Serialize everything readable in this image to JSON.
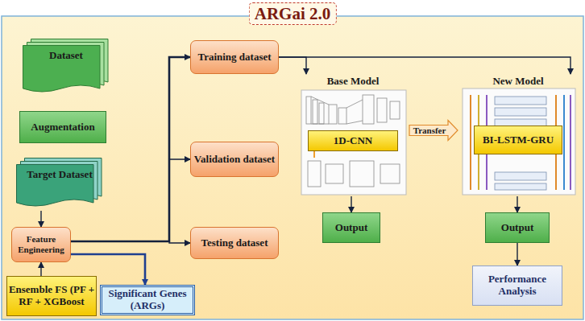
{
  "diagram": {
    "title": "ARGai 2.0",
    "nodes": [
      {
        "text": [
          "Dataset"
        ]
      },
      {
        "text": [
          "Augmentation"
        ]
      },
      {
        "text": [
          "Target Dataset"
        ]
      },
      {
        "text": [
          "Feature Engineering"
        ]
      },
      {
        "text": [
          "Ensemble FS (PF + RF + XGBoost"
        ]
      },
      {
        "text": [
          "Significant Genes (ARGs)"
        ]
      },
      {
        "text": [
          "Training dataset"
        ]
      },
      {
        "text": [
          "Validation dataset"
        ]
      },
      {
        "text": [
          "Testing dataset"
        ]
      },
      {
        "text": [
          "Base Model"
        ]
      },
      {
        "text": [
          "1D-CNN"
        ],
        "in": 9
      },
      {
        "text": [
          "Output"
        ]
      },
      {
        "text": [
          "New Model"
        ]
      },
      {
        "text": [
          "BI-LSTM-GRU"
        ],
        "in": 12
      },
      {
        "text": [
          "Output"
        ]
      },
      {
        "text": [
          "Performance Analysis"
        ]
      }
    ],
    "edges": [
      {
        "from": 2,
        "to": 3,
        "arrow": "to"
      },
      {
        "from": 4,
        "to": 3,
        "arrow": "to"
      },
      {
        "from": 3,
        "to": 6,
        "arrow": "to"
      },
      {
        "from": 3,
        "to": 7,
        "arrow": "to"
      },
      {
        "from": 3,
        "to": 8,
        "arrow": "to"
      },
      {
        "from": 3,
        "to": 5,
        "arrow": "to"
      },
      {
        "from": 6,
        "to": 9,
        "arrow": "to"
      },
      {
        "from": 6,
        "to": 12,
        "arrow": "to"
      },
      {
        "from": 9,
        "to": 12,
        "label": "Transfer",
        "arrow": "to"
      },
      {
        "from": 9,
        "to": 11,
        "arrow": "to"
      },
      {
        "from": 12,
        "to": 14,
        "arrow": "to"
      },
      {
        "from": 14,
        "to": 15,
        "arrow": "to"
      }
    ]
  }
}
